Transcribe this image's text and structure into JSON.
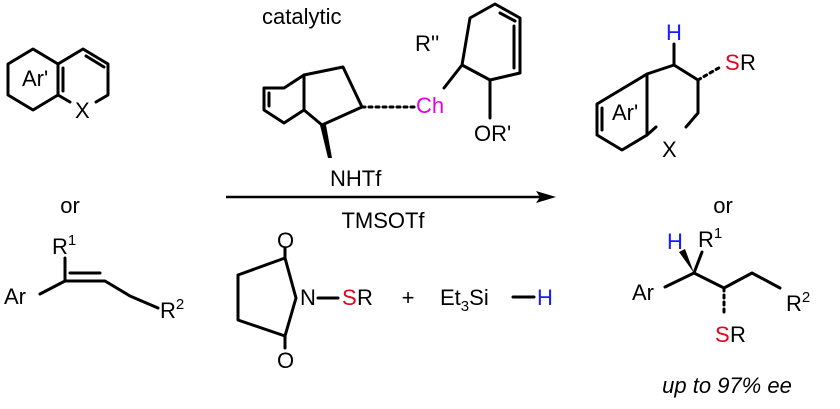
{
  "colors": {
    "hydrogen": "#1a1aff",
    "sulfur": "#e8001c",
    "chalcogen": "#e600e6",
    "ink": "#000000"
  },
  "catalyst": {
    "caption": "catalytic",
    "r_double_prime": "R''",
    "chalcogen": "Ch",
    "ether": "OR'",
    "sulfonamide": "NHTf"
  },
  "substrate_chromene": {
    "ring_label": "Ar'",
    "hetero_atom": "X"
  },
  "substrate_or": "or",
  "substrate_alkene": {
    "r1": "R",
    "r1_sup": "1",
    "aryl": "Ar",
    "r2": "R",
    "r2_sup": "2"
  },
  "arrow": {
    "below_label": "TMSOTf"
  },
  "thio_reagent": {
    "oxo_top": "O",
    "oxo_bottom": "O",
    "nitrogen": "N",
    "sulfur": "S",
    "r": "R"
  },
  "plus_sign": "+",
  "silane": {
    "et": "Et",
    "et_sub": "3",
    "si": "Si",
    "hydrogen": "H"
  },
  "product_chroman": {
    "hydrogen": "H",
    "sulfur": "S",
    "r": "R",
    "ring_label": "Ar'",
    "hetero_atom": "X"
  },
  "product_or": "or",
  "product_acyclic": {
    "hydrogen": "H",
    "r1": "R",
    "r1_sup": "1",
    "aryl": "Ar",
    "r2": "R",
    "r2_sup": "2",
    "sulfur": "S",
    "r": "R"
  },
  "enantioselectivity": "up to 97% ee"
}
